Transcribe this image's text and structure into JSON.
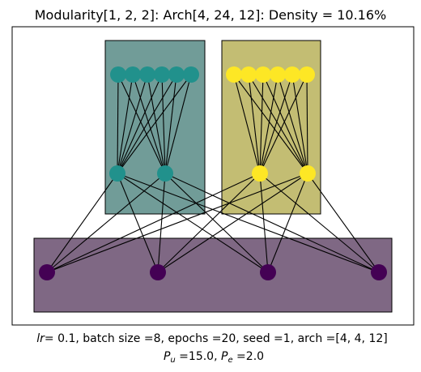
{
  "title": "Modularity[1, 2, 2]: Arch[4, 24, 12]: Density = 10.16%",
  "footer": {
    "line1": {
      "lr_symbol": "lr",
      "rest": "=  0.1, batch size =8, epochs =20, seed =1, arch =[4, 4, 12]"
    },
    "line2": {
      "pu_symbol": "P",
      "pu_sub": "u",
      "pu_value": " =15.0, ",
      "pe_symbol": "P",
      "pe_sub": "e",
      "pe_value": " =2.0"
    }
  },
  "colors": {
    "teal_node": "#21918c",
    "yellow_node": "#fde725",
    "purple_node": "#440154",
    "teal_box": "#719c98",
    "yellow_box": "#c3bd73",
    "purple_box": "#7f6884",
    "edge": "#000000"
  },
  "modules": [
    {
      "name": "left",
      "color": "teal",
      "input_nodes": 6,
      "hidden_nodes": 2
    },
    {
      "name": "right",
      "color": "yellow",
      "input_nodes": 6,
      "hidden_nodes": 2
    }
  ],
  "output_nodes": 4
}
